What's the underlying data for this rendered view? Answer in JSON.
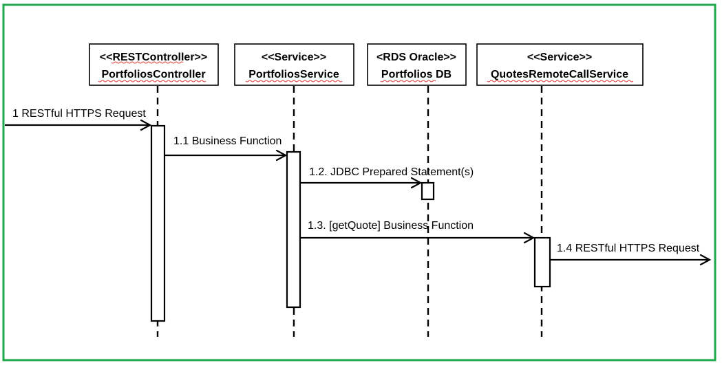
{
  "diagram": {
    "frame_color": "#1fa84c",
    "squiggle_color": "#e23b3b",
    "participants": [
      {
        "stereotype": "<<RESTController>>",
        "name": "PortfoliosController"
      },
      {
        "stereotype": "<<Service>>",
        "name": "PortfoliosService"
      },
      {
        "stereotype": "<RDS Oracle>>",
        "name": "Portfolios DB"
      },
      {
        "stereotype": "<<Service>>",
        "name": "QuotesRemoteCallService"
      }
    ],
    "messages": [
      {
        "label": "1 RESTful HTTPS Request"
      },
      {
        "label": "1.1 Business Function"
      },
      {
        "label": "1.2. JDBC Prepared Statement(s)"
      },
      {
        "label": "1.3.  [getQuote] Business Function"
      },
      {
        "label": "1.4 RESTful HTTPS Request"
      }
    ]
  }
}
